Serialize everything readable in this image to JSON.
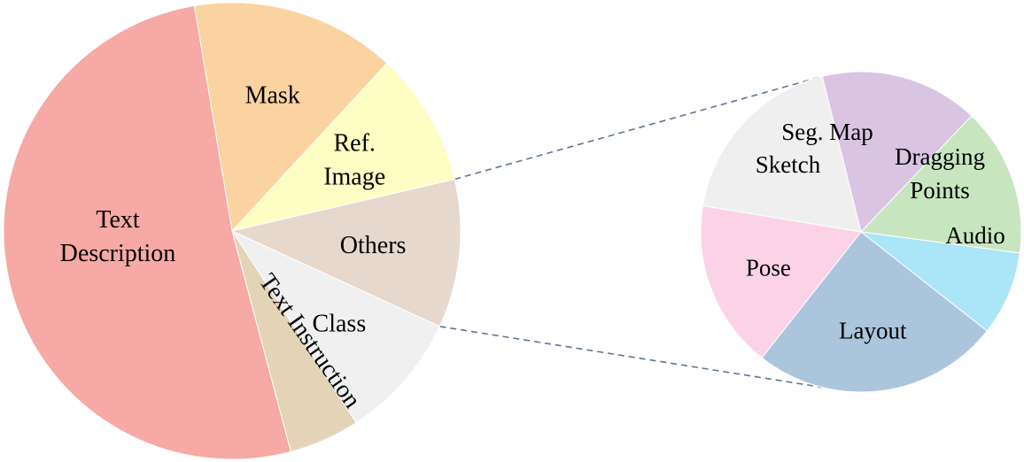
{
  "chart_data": [
    {
      "type": "pie",
      "start_angle_deg": -99.5,
      "direction": "clockwise",
      "slices": [
        {
          "label": "Mask",
          "value": 14.5,
          "color": "#fbd3a1"
        },
        {
          "label": "Ref.\nImage",
          "value": 9.5,
          "color": "#fefec4"
        },
        {
          "label": "Others",
          "value": 10.5,
          "color": "#e7d8cd"
        },
        {
          "label": "Class",
          "value": 9.0,
          "color": "#f0f0f0"
        },
        {
          "label": "Text Instruction",
          "value": 5.0,
          "color": "#e4d4b7",
          "label_rotation_deg": 55
        },
        {
          "label": "Text\nDescription",
          "value": 51.5,
          "color": "#f6a9a5"
        }
      ]
    },
    {
      "type": "pie",
      "start_angle_deg": -104,
      "direction": "clockwise",
      "slices": [
        {
          "label": "Seg. Map",
          "value": 16.0,
          "color": "#d9c4e2"
        },
        {
          "label": "Dragging\nPoints",
          "value": 15.0,
          "color": "#c7e6c0"
        },
        {
          "label": "Audio",
          "value": 8.5,
          "color": "#abe5f8"
        },
        {
          "label": "Layout",
          "value": 25.0,
          "color": "#abc5dd"
        },
        {
          "label": "Pose",
          "value": 17.0,
          "color": "#fcd3e6"
        },
        {
          "label": "Sketch",
          "value": 18.5,
          "color": "#efefef"
        }
      ]
    }
  ]
}
